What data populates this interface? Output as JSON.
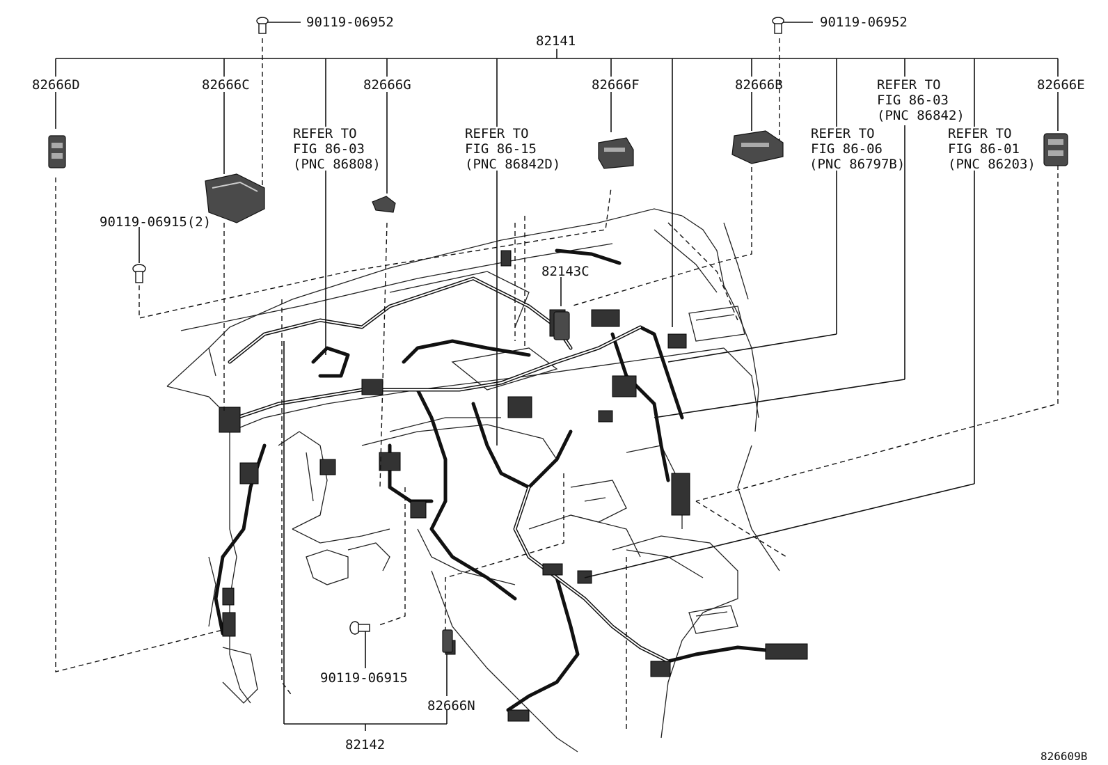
{
  "labels": {
    "bolt_top_left": "90119-06952",
    "bolt_top_right": "90119-06952",
    "main_harness": "82141",
    "clamp_d": "82666D",
    "clamp_c": "82666C",
    "clamp_g": "82666G",
    "clamp_f": "82666F",
    "clamp_b": "82666B",
    "clamp_e": "82666E",
    "bolt_left": "90119-06915(2)",
    "connector_c": "82143C",
    "bolt_bottom": "90119-06915",
    "clamp_n": "82666N",
    "sub_harness": "82142",
    "figure_code": "826609B"
  },
  "references": {
    "ref_a": {
      "line1": "REFER TO",
      "line2": "FIG 86-03",
      "line3": "(PNC 86808)"
    },
    "ref_b": {
      "line1": "REFER TO",
      "line2": "FIG 86-15",
      "line3": "(PNC 86842D)"
    },
    "ref_c": {
      "line1": "REFER TO",
      "line2": "FIG 86-06",
      "line3": "(PNC 86797B)"
    },
    "ref_d": {
      "line1": "REFER TO",
      "line2": "FIG 86-03",
      "line3": "(PNC 86842)"
    },
    "ref_e": {
      "line1": "REFER TO",
      "line2": "FIG 86-01",
      "line3": "(PNC 86203)"
    }
  }
}
